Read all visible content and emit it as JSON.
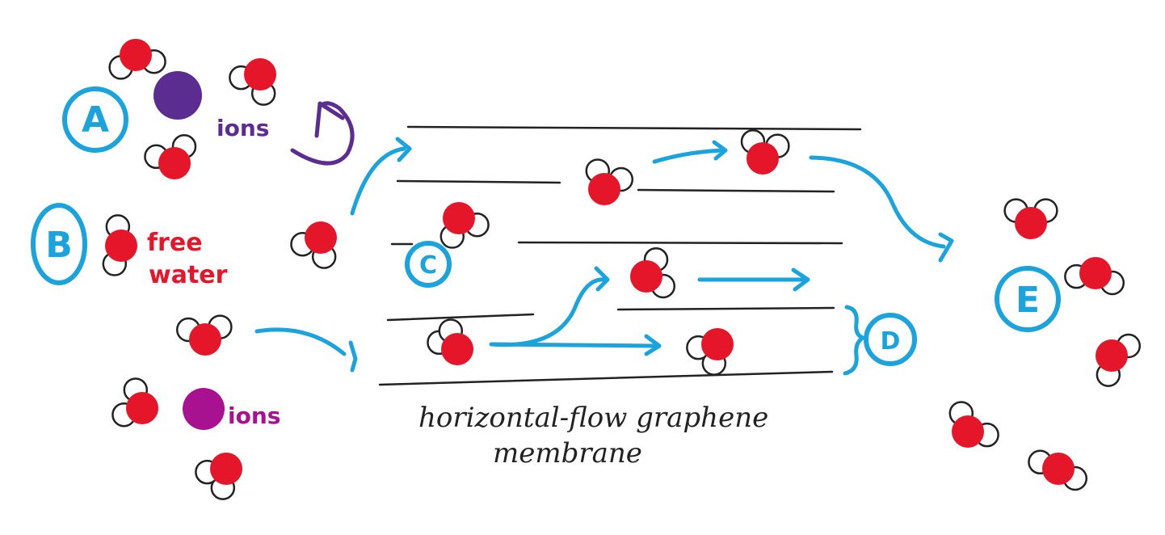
{
  "labels": {
    "a": "A",
    "b": "B",
    "c": "C",
    "d": "D",
    "e": "E"
  },
  "text": {
    "ions_top": "ions",
    "ions_bottom": "ions",
    "free_line1": "free",
    "free_line2": "water",
    "caption_line1": "horizontal-flow graphene",
    "caption_line2": "membrane"
  },
  "colors": {
    "oxygen": "#e5162a",
    "hydrogen_outline": "#222222",
    "ion_top": "#5b2d91",
    "ion_bottom": "#a8118f",
    "flow_arrow": "#1ba3dd",
    "cycle_arrow": "#5b2d91",
    "sheet_line": "#222222",
    "label_ring": "#1ba3dd"
  }
}
